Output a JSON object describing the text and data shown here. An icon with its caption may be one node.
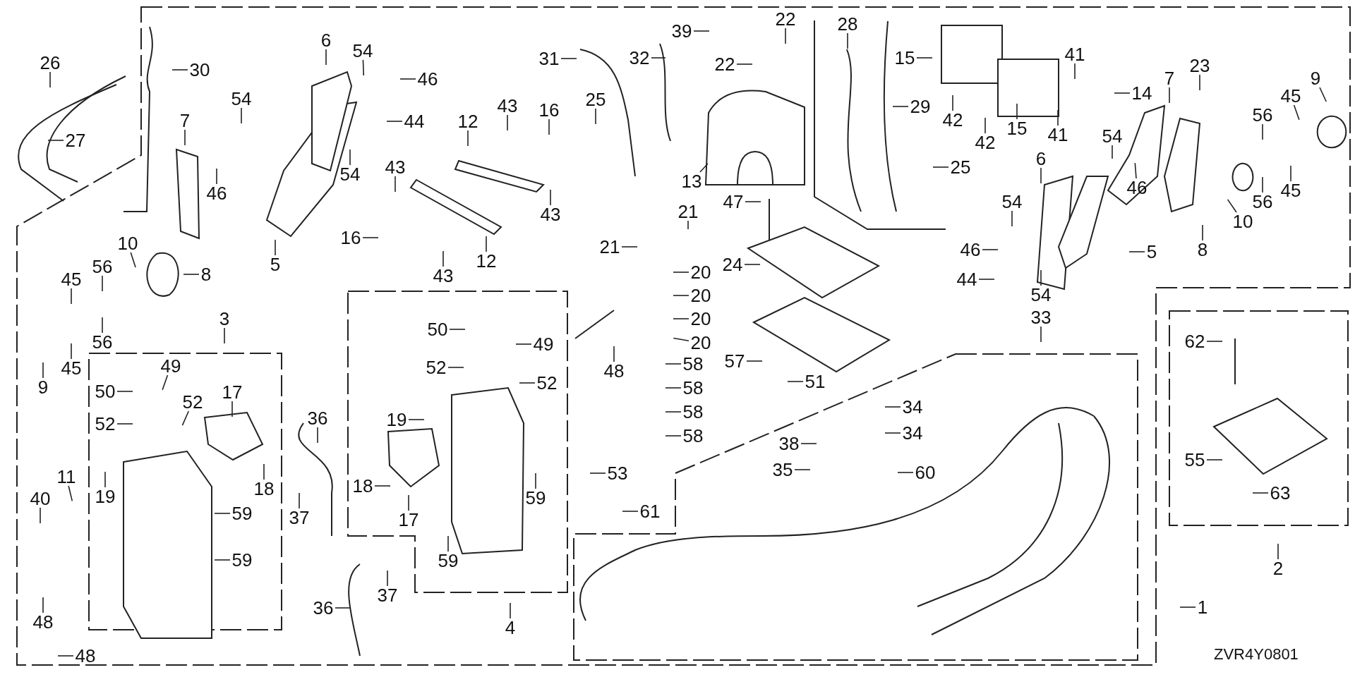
{
  "diagram": {
    "nodes": [
      {
        "text": [
          "26"
        ]
      },
      {
        "text": [
          "30"
        ]
      },
      {
        "text": [
          "27"
        ]
      },
      {
        "text": [
          "7"
        ]
      },
      {
        "text": [
          "54"
        ]
      },
      {
        "text": [
          "46"
        ]
      },
      {
        "text": [
          "6"
        ]
      },
      {
        "text": [
          "54"
        ]
      },
      {
        "text": [
          "46"
        ]
      },
      {
        "text": [
          "44"
        ]
      },
      {
        "text": [
          "54"
        ]
      },
      {
        "text": [
          "5"
        ]
      },
      {
        "text": [
          "10"
        ]
      },
      {
        "text": [
          "8"
        ]
      },
      {
        "text": [
          "56"
        ]
      },
      {
        "text": [
          "45"
        ]
      },
      {
        "text": [
          "43"
        ]
      },
      {
        "text": [
          "16"
        ]
      },
      {
        "text": [
          "12"
        ]
      },
      {
        "text": [
          "43"
        ]
      },
      {
        "text": [
          "43"
        ]
      },
      {
        "text": [
          "16"
        ]
      },
      {
        "text": [
          "43"
        ]
      },
      {
        "text": [
          "12"
        ]
      },
      {
        "text": [
          "31"
        ]
      },
      {
        "text": [
          "32"
        ]
      },
      {
        "text": [
          "39"
        ]
      },
      {
        "text": [
          "22"
        ]
      },
      {
        "text": [
          "22"
        ]
      },
      {
        "text": [
          "25"
        ]
      },
      {
        "text": [
          "13"
        ]
      },
      {
        "text": [
          "28"
        ]
      },
      {
        "text": [
          "15"
        ]
      },
      {
        "text": [
          "29"
        ]
      },
      {
        "text": [
          "25"
        ]
      },
      {
        "text": [
          "42"
        ]
      },
      {
        "text": [
          "42"
        ]
      },
      {
        "text": [
          "15"
        ]
      },
      {
        "text": [
          "41"
        ]
      },
      {
        "text": [
          "41"
        ]
      },
      {
        "text": [
          "14"
        ]
      },
      {
        "text": [
          "54"
        ]
      },
      {
        "text": [
          "46"
        ]
      },
      {
        "text": [
          "7"
        ]
      },
      {
        "text": [
          "23"
        ]
      },
      {
        "text": [
          "9"
        ]
      },
      {
        "text": [
          "45"
        ]
      },
      {
        "text": [
          "56"
        ]
      },
      {
        "text": [
          "45"
        ]
      },
      {
        "text": [
          "56"
        ]
      },
      {
        "text": [
          "10"
        ]
      },
      {
        "text": [
          "8"
        ]
      },
      {
        "text": [
          "5"
        ]
      },
      {
        "text": [
          "6"
        ]
      },
      {
        "text": [
          "54"
        ]
      },
      {
        "text": [
          "46"
        ]
      },
      {
        "text": [
          "44"
        ]
      },
      {
        "text": [
          "54"
        ]
      },
      {
        "text": [
          "47"
        ]
      },
      {
        "text": [
          "21"
        ]
      },
      {
        "text": [
          "21"
        ]
      },
      {
        "text": [
          "24"
        ]
      },
      {
        "text": [
          "20"
        ]
      },
      {
        "text": [
          "20"
        ]
      },
      {
        "text": [
          "20"
        ]
      },
      {
        "text": [
          "20"
        ]
      },
      {
        "text": [
          "58"
        ]
      },
      {
        "text": [
          "58"
        ]
      },
      {
        "text": [
          "58"
        ]
      },
      {
        "text": [
          "58"
        ]
      },
      {
        "text": [
          "57"
        ]
      },
      {
        "text": [
          "51"
        ]
      },
      {
        "text": [
          "48"
        ]
      },
      {
        "text": [
          "53"
        ]
      },
      {
        "text": [
          "61"
        ]
      },
      {
        "text": [
          "33"
        ]
      },
      {
        "text": [
          "34"
        ]
      },
      {
        "text": [
          "34"
        ]
      },
      {
        "text": [
          "38"
        ]
      },
      {
        "text": [
          "35"
        ]
      },
      {
        "text": [
          "60"
        ]
      },
      {
        "text": [
          "62"
        ]
      },
      {
        "text": [
          "55"
        ]
      },
      {
        "text": [
          "63"
        ]
      },
      {
        "text": [
          "2"
        ]
      },
      {
        "text": [
          "1"
        ]
      },
      {
        "text": [
          "45"
        ]
      },
      {
        "text": [
          "56"
        ]
      },
      {
        "text": [
          "9"
        ]
      },
      {
        "text": [
          "3"
        ]
      },
      {
        "text": [
          "50"
        ]
      },
      {
        "text": [
          "49"
        ]
      },
      {
        "text": [
          "52"
        ]
      },
      {
        "text": [
          "52"
        ]
      },
      {
        "text": [
          "17"
        ]
      },
      {
        "text": [
          "18"
        ]
      },
      {
        "text": [
          "19"
        ]
      },
      {
        "text": [
          "11"
        ]
      },
      {
        "text": [
          "40"
        ]
      },
      {
        "text": [
          "59"
        ]
      },
      {
        "text": [
          "59"
        ]
      },
      {
        "text": [
          "48"
        ]
      },
      {
        "text": [
          "48"
        ]
      },
      {
        "text": [
          "36"
        ]
      },
      {
        "text": [
          "37"
        ]
      },
      {
        "text": [
          "36"
        ]
      },
      {
        "text": [
          "37"
        ]
      },
      {
        "text": [
          "50"
        ]
      },
      {
        "text": [
          "49"
        ]
      },
      {
        "text": [
          "52"
        ]
      },
      {
        "text": [
          "52"
        ]
      },
      {
        "text": [
          "19"
        ]
      },
      {
        "text": [
          "18"
        ]
      },
      {
        "text": [
          "17"
        ]
      },
      {
        "text": [
          "59"
        ]
      },
      {
        "text": [
          "59"
        ]
      },
      {
        "text": [
          "4"
        ]
      }
    ],
    "edges": [
      {
        "from": 0,
        "to": null,
        "arrow": "none"
      },
      {
        "from": 1,
        "to": null,
        "arrow": "none"
      },
      {
        "from": 2,
        "to": null,
        "arrow": "none"
      },
      {
        "from": 3,
        "to": null,
        "arrow": "none"
      },
      {
        "from": 4,
        "to": null,
        "arrow": "none"
      },
      {
        "from": 5,
        "to": null,
        "arrow": "none"
      },
      {
        "from": 6,
        "to": null,
        "arrow": "none"
      },
      {
        "from": 7,
        "to": null,
        "arrow": "none"
      },
      {
        "from": 8,
        "to": null,
        "arrow": "none"
      },
      {
        "from": 9,
        "to": null,
        "arrow": "none"
      },
      {
        "from": 10,
        "to": null,
        "arrow": "none"
      },
      {
        "from": 11,
        "to": null,
        "arrow": "none"
      },
      {
        "from": 12,
        "to": null,
        "arrow": "none"
      },
      {
        "from": 13,
        "to": null,
        "arrow": "none"
      },
      {
        "from": 14,
        "to": null,
        "arrow": "none"
      },
      {
        "from": 15,
        "to": null,
        "arrow": "none"
      },
      {
        "from": 16,
        "to": null,
        "arrow": "none"
      },
      {
        "from": 17,
        "to": null,
        "arrow": "none"
      },
      {
        "from": 18,
        "to": null,
        "arrow": "none"
      },
      {
        "from": 19,
        "to": null,
        "arrow": "none"
      },
      {
        "from": 20,
        "to": null,
        "arrow": "none"
      },
      {
        "from": 21,
        "to": null,
        "arrow": "none"
      },
      {
        "from": 22,
        "to": null,
        "arrow": "none"
      },
      {
        "from": 23,
        "to": null,
        "arrow": "none"
      },
      {
        "from": 24,
        "to": null,
        "arrow": "none"
      },
      {
        "from": 25,
        "to": null,
        "arrow": "none"
      },
      {
        "from": 26,
        "to": null,
        "arrow": "none"
      },
      {
        "from": 27,
        "to": null,
        "arrow": "none"
      },
      {
        "from": 28,
        "to": null,
        "arrow": "none"
      },
      {
        "from": 29,
        "to": null,
        "arrow": "none"
      },
      {
        "from": 30,
        "to": null,
        "arrow": "none"
      },
      {
        "from": 31,
        "to": null,
        "arrow": "none"
      },
      {
        "from": 32,
        "to": null,
        "arrow": "none"
      },
      {
        "from": 33,
        "to": null,
        "arrow": "none"
      },
      {
        "from": 34,
        "to": null,
        "arrow": "none"
      },
      {
        "from": 35,
        "to": null,
        "arrow": "none"
      },
      {
        "from": 36,
        "to": null,
        "arrow": "none"
      },
      {
        "from": 37,
        "to": null,
        "arrow": "none"
      },
      {
        "from": 38,
        "to": null,
        "arrow": "none"
      },
      {
        "from": 39,
        "to": null,
        "arrow": "none"
      },
      {
        "from": 40,
        "to": null,
        "arrow": "none"
      },
      {
        "from": 41,
        "to": null,
        "arrow": "none"
      },
      {
        "from": 42,
        "to": null,
        "arrow": "none"
      },
      {
        "from": 43,
        "to": null,
        "arrow": "none"
      },
      {
        "from": 44,
        "to": null,
        "arrow": "none"
      },
      {
        "from": 45,
        "to": null,
        "arrow": "none"
      },
      {
        "from": 46,
        "to": null,
        "arrow": "none"
      },
      {
        "from": 47,
        "to": null,
        "arrow": "none"
      },
      {
        "from": 48,
        "to": null,
        "arrow": "none"
      },
      {
        "from": 49,
        "to": null,
        "arrow": "none"
      },
      {
        "from": 50,
        "to": null,
        "arrow": "none"
      },
      {
        "from": 51,
        "to": null,
        "arrow": "none"
      },
      {
        "from": 52,
        "to": null,
        "arrow": "none"
      },
      {
        "from": 53,
        "to": null,
        "arrow": "none"
      },
      {
        "from": 54,
        "to": null,
        "arrow": "none"
      },
      {
        "from": 55,
        "to": null,
        "arrow": "none"
      },
      {
        "from": 56,
        "to": null,
        "arrow": "none"
      },
      {
        "from": 57,
        "to": null,
        "arrow": "none"
      },
      {
        "from": 58,
        "to": null,
        "arrow": "none"
      },
      {
        "from": 59,
        "to": null,
        "arrow": "none"
      },
      {
        "from": 60,
        "to": null,
        "arrow": "none"
      },
      {
        "from": 61,
        "to": null,
        "arrow": "none"
      },
      {
        "from": 62,
        "to": null,
        "arrow": "none"
      },
      {
        "from": 63,
        "to": null,
        "arrow": "none"
      },
      {
        "from": 64,
        "to": null,
        "arrow": "none"
      },
      {
        "from": 65,
        "to": null,
        "arrow": "none"
      },
      {
        "from": 66,
        "to": null,
        "arrow": "none"
      },
      {
        "from": 67,
        "to": null,
        "arrow": "none"
      },
      {
        "from": 68,
        "to": null,
        "arrow": "none"
      },
      {
        "from": 69,
        "to": null,
        "arrow": "none"
      },
      {
        "from": 70,
        "to": null,
        "arrow": "none"
      },
      {
        "from": 71,
        "to": null,
        "arrow": "none"
      },
      {
        "from": 72,
        "to": null,
        "arrow": "none"
      },
      {
        "from": 73,
        "to": null,
        "arrow": "none"
      },
      {
        "from": 74,
        "to": null,
        "arrow": "none"
      },
      {
        "from": 75,
        "to": null,
        "arrow": "none"
      },
      {
        "from": 76,
        "to": null,
        "arrow": "none"
      },
      {
        "from": 77,
        "to": null,
        "arrow": "none"
      },
      {
        "from": 78,
        "to": null,
        "arrow": "none"
      },
      {
        "from": 79,
        "to": null,
        "arrow": "none"
      },
      {
        "from": 80,
        "to": null,
        "arrow": "none"
      },
      {
        "from": 81,
        "to": null,
        "arrow": "none"
      },
      {
        "from": 82,
        "to": null,
        "arrow": "none"
      },
      {
        "from": 83,
        "to": null,
        "arrow": "none"
      },
      {
        "from": 84,
        "to": null,
        "arrow": "none"
      },
      {
        "from": 85,
        "to": null,
        "arrow": "none"
      },
      {
        "from": 86,
        "to": null,
        "arrow": "none"
      },
      {
        "from": 87,
        "to": null,
        "arrow": "none"
      },
      {
        "from": 88,
        "to": null,
        "arrow": "none"
      },
      {
        "from": 89,
        "to": null,
        "arrow": "none"
      },
      {
        "from": 90,
        "to": null,
        "arrow": "none"
      },
      {
        "from": 91,
        "to": null,
        "arrow": "none"
      },
      {
        "from": 92,
        "to": null,
        "arrow": "none"
      },
      {
        "from": 93,
        "to": null,
        "arrow": "none"
      },
      {
        "from": 94,
        "to": null,
        "arrow": "none"
      },
      {
        "from": 95,
        "to": null,
        "arrow": "none"
      },
      {
        "from": 96,
        "to": null,
        "arrow": "none"
      },
      {
        "from": 97,
        "to": null,
        "arrow": "none"
      },
      {
        "from": 98,
        "to": null,
        "arrow": "none"
      },
      {
        "from": 99,
        "to": null,
        "arrow": "none"
      },
      {
        "from": 100,
        "to": null,
        "arrow": "none"
      },
      {
        "from": 101,
        "to": null,
        "arrow": "none"
      },
      {
        "from": 102,
        "to": null,
        "arrow": "none"
      },
      {
        "from": 103,
        "to": null,
        "arrow": "none"
      },
      {
        "from": 104,
        "to": null,
        "arrow": "none"
      },
      {
        "from": 105,
        "to": null,
        "arrow": "none"
      },
      {
        "from": 106,
        "to": null,
        "arrow": "none"
      },
      {
        "from": 107,
        "to": null,
        "arrow": "none"
      },
      {
        "from": 108,
        "to": null,
        "arrow": "none"
      },
      {
        "from": 109,
        "to": null,
        "arrow": "none"
      },
      {
        "from": 110,
        "to": null,
        "arrow": "none"
      },
      {
        "from": 111,
        "to": null,
        "arrow": "none"
      },
      {
        "from": 112,
        "to": null,
        "arrow": "none"
      },
      {
        "from": 113,
        "to": null,
        "arrow": "none"
      },
      {
        "from": 114,
        "to": null,
        "arrow": "none"
      },
      {
        "from": 115,
        "to": null,
        "arrow": "none"
      },
      {
        "from": 116,
        "to": null,
        "arrow": "none"
      }
    ],
    "labels": [
      "ZVR4Y0801"
    ]
  }
}
